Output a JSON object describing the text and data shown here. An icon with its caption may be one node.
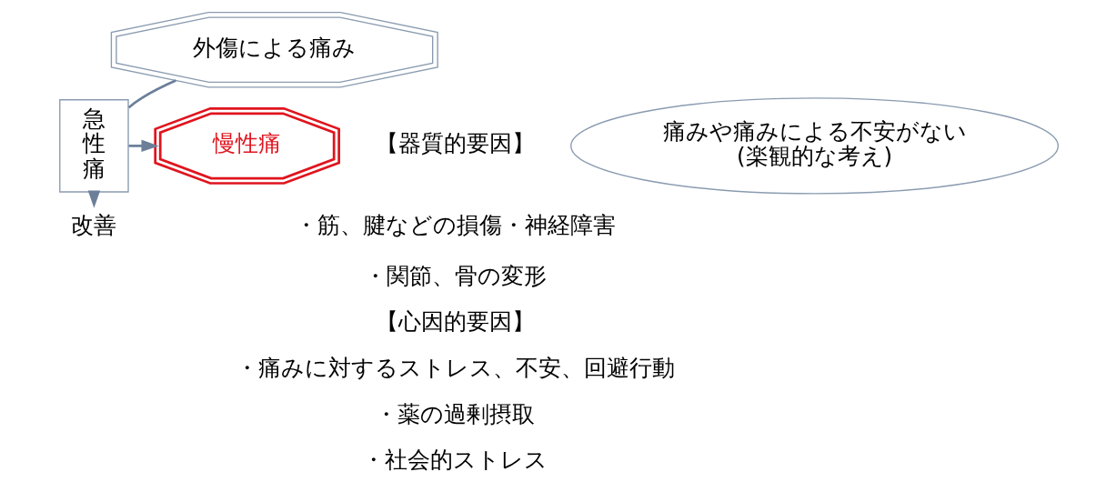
{
  "diagram": {
    "nodes": [
      {
        "text": [
          "外傷による痛み"
        ]
      },
      {
        "text": [
          "痛みや痛みによる不安がない",
          "(楽観的な考え)"
        ]
      },
      {
        "text": [
          "急性痛"
        ]
      },
      {
        "text": [
          "改善"
        ]
      },
      {
        "text": [
          "慢性痛"
        ]
      }
    ],
    "edges": [
      {
        "from": 0,
        "to": 2,
        "arrow": "none"
      },
      {
        "from": 2,
        "to": 3,
        "arrow": "to"
      },
      {
        "from": 2,
        "to": 4,
        "arrow": "to"
      }
    ],
    "labels": [
      "【器質的要因】",
      "・筋、腱などの損傷・神経障害",
      "・関節、骨の変形",
      "【心因的要因】",
      "・痛みに対するストレス、不安、回避行動",
      "・薬の過剰摂取",
      "・社会的ストレス"
    ]
  }
}
